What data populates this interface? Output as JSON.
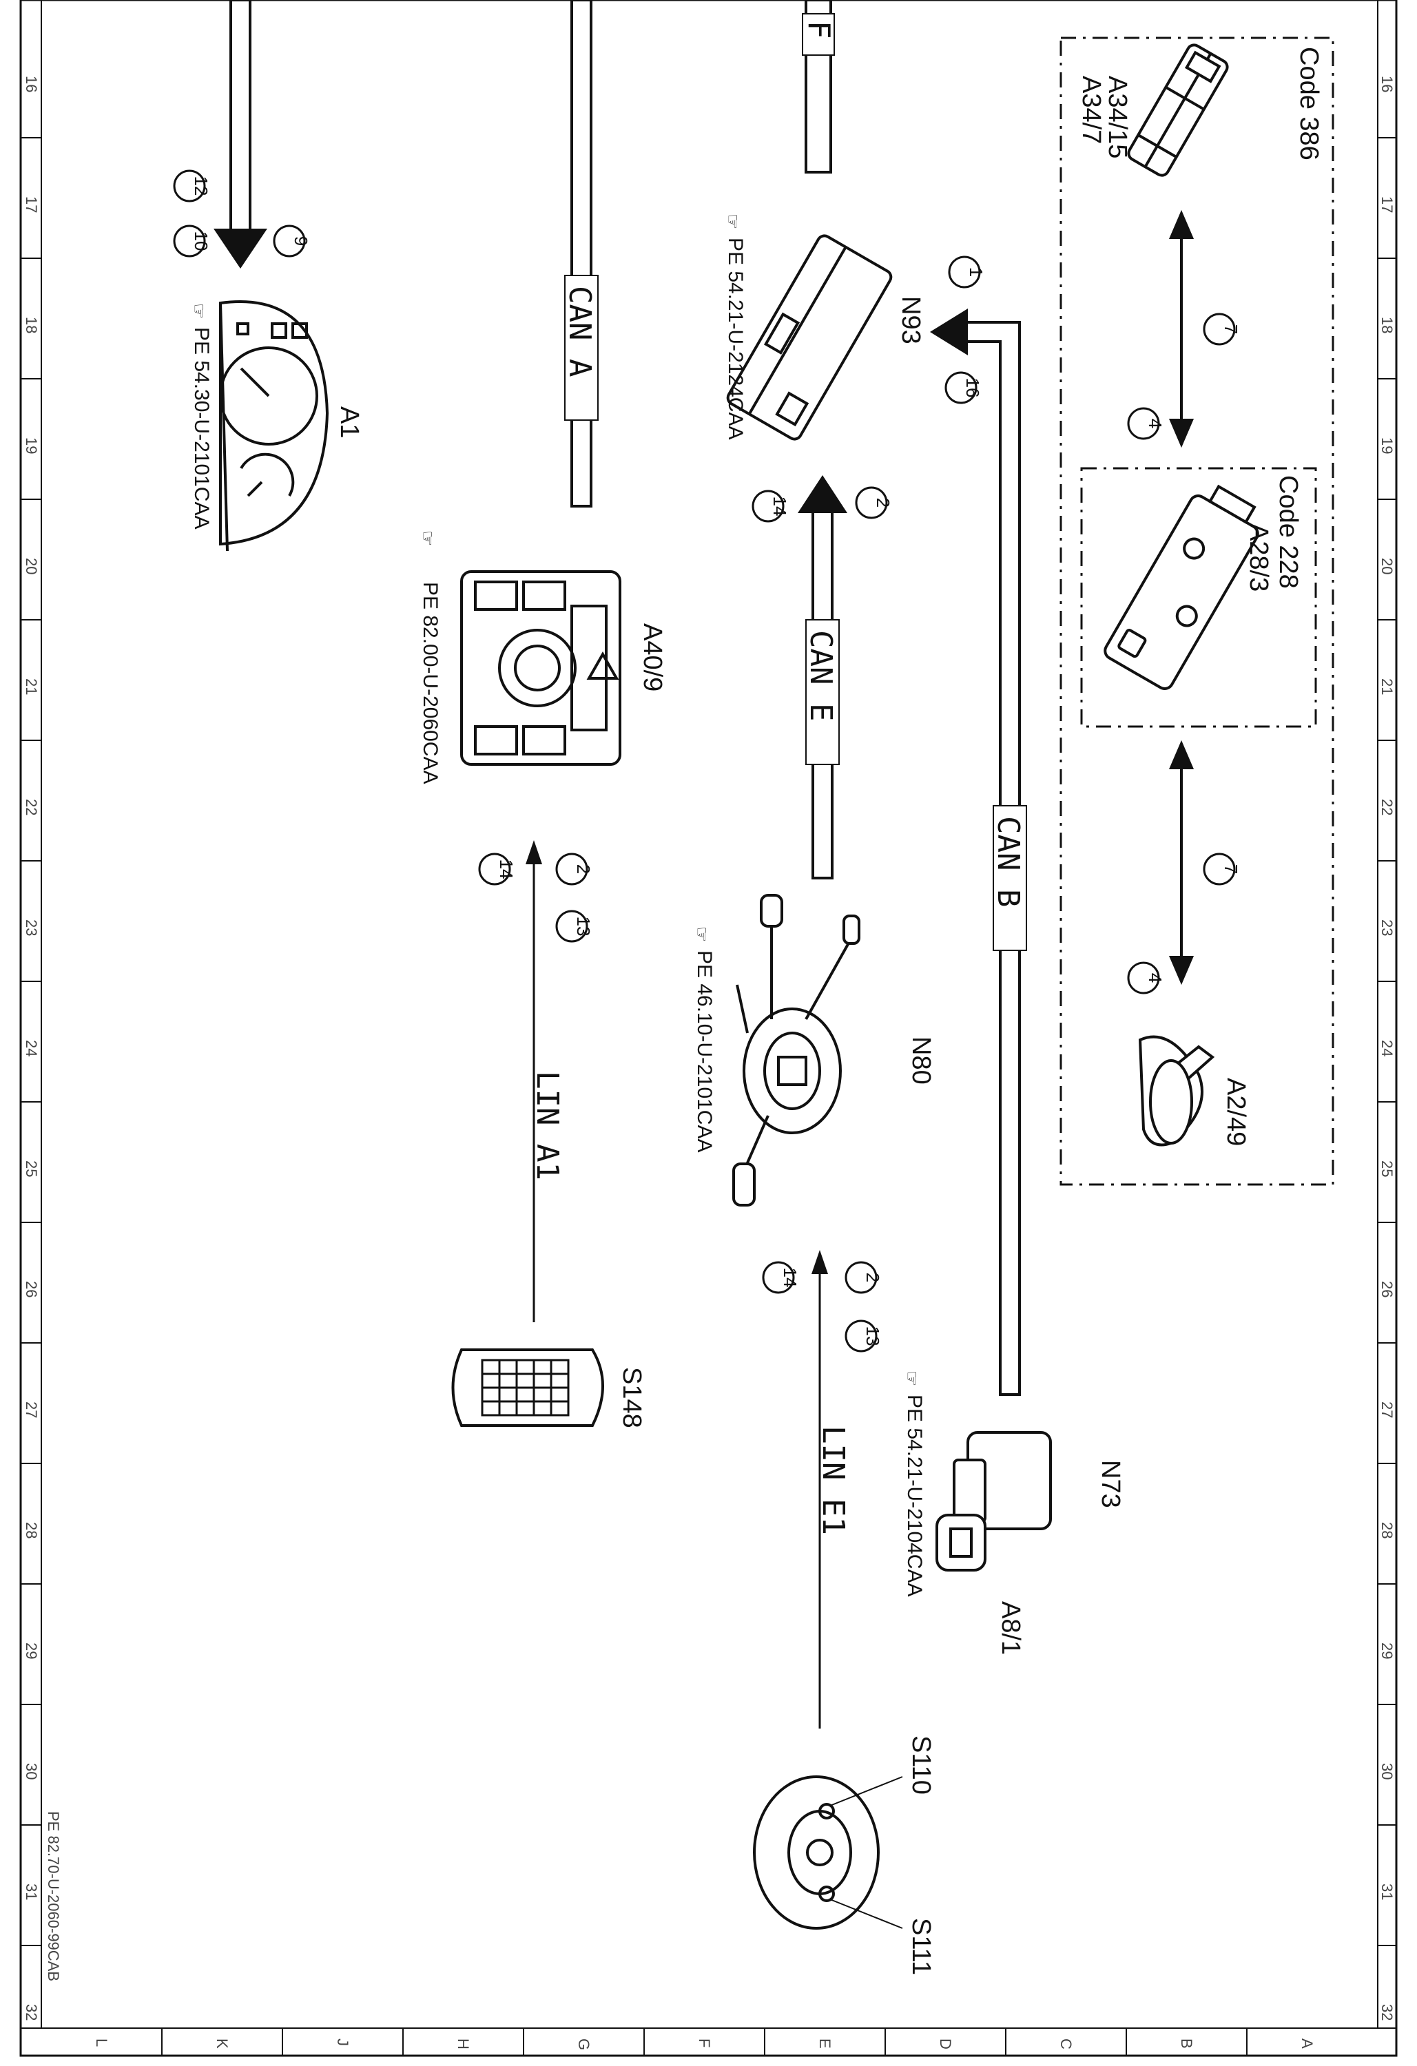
{
  "grid": {
    "row_numbers": [
      "16",
      "17",
      "18",
      "19",
      "20",
      "21",
      "22",
      "23",
      "24",
      "25",
      "26",
      "27",
      "28",
      "29",
      "30",
      "31",
      "32"
    ],
    "column_letters": [
      "L",
      "K",
      "J",
      "H",
      "G",
      "F",
      "E",
      "D",
      "C",
      "B",
      "A"
    ]
  },
  "footer_ref": "PE 82.70-U-2060-99CAB",
  "buses": {
    "can_a": "CAN A",
    "can_b": "CAN B",
    "can_e": "CAN E",
    "lin_a1": "LIN A1",
    "lin_e1": "LIN E1",
    "partial_f": "F"
  },
  "codes": {
    "code_386": "Code 386",
    "code_228": "Code 228"
  },
  "components": {
    "a34_15": "A34/15",
    "a34_7": "A34/7",
    "a28_3": "A28/3",
    "a2_49": "A2/49",
    "n93": "N93",
    "n80": "N80",
    "n73": "N73",
    "a8_1": "A8/1",
    "a40_9": "A40/9",
    "a1": "A1",
    "s148": "S148",
    "s110": "S110",
    "s111": "S111"
  },
  "references": {
    "n93_ref": "PE 54.21-U-2124CAA",
    "a1_ref": "PE 54.30-U-2101CAA",
    "a40_ref": "PE 82.00-U-2060CAA",
    "n80_ref": "PE 46.10-U-2101CAA",
    "n73_ref": "PE 54.21-U-2104CAA"
  },
  "markers": {
    "m1": "1",
    "m2": "2",
    "m4": "4",
    "m7": "7",
    "m9": "9",
    "m10": "10",
    "m12": "12",
    "m13": "13",
    "m14": "14",
    "m16": "16"
  },
  "colors": {
    "line": "#111111",
    "background": "#ffffff"
  }
}
